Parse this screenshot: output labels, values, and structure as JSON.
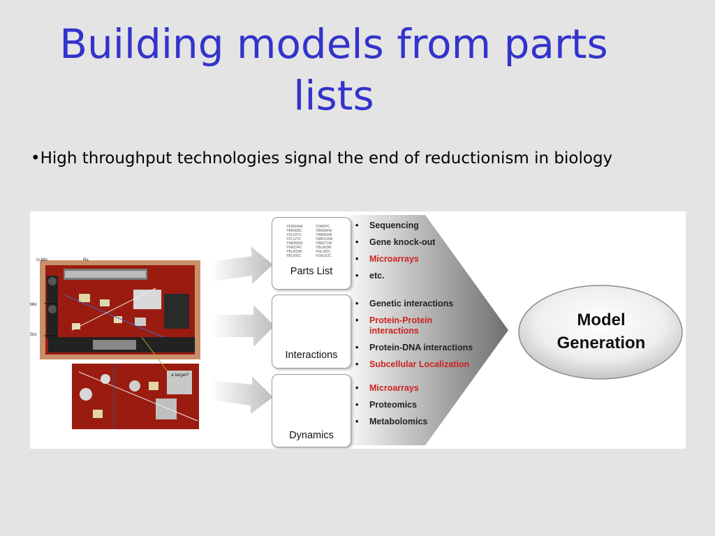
{
  "slide": {
    "title_line1": "Building models from parts",
    "title_line2": "lists",
    "bullet": "•High throughput technologies signal the end of reductionism in biology"
  },
  "figure": {
    "radio_labels": [
      "U.Mic",
      "Mic",
      "Src",
      "Rx",
      "a target?"
    ],
    "parts_list": {
      "label": "Parts List",
      "codes": [
        "YER004W",
        "YDR0PC",
        "YBR008C",
        "YBR084W",
        "YOL037C",
        "YBR054W",
        "YPL127C",
        "YMR216W",
        "YNR006W",
        "YBR071W",
        "YER224C",
        "YBL003W",
        "YBL003W",
        "YNL282C",
        "YBL005C",
        "YGR152C"
      ],
      "bullets": [
        {
          "text": "Sequencing",
          "color": "black"
        },
        {
          "text": "Gene knock-out",
          "color": "black"
        },
        {
          "text": "Microarrays",
          "color": "red"
        },
        {
          "text": "etc.",
          "color": "black"
        }
      ]
    },
    "interactions": {
      "label": "Interactions",
      "bullets": [
        {
          "text": "Genetic interactions",
          "color": "black"
        },
        {
          "text": "Protein-Protein interactions",
          "color": "red"
        },
        {
          "text": "Protein-DNA interactions",
          "color": "black"
        },
        {
          "text": "Subcellular Localization",
          "color": "red"
        }
      ]
    },
    "dynamics": {
      "label": "Dynamics",
      "bullets": [
        {
          "text": "Microarrays",
          "color": "red"
        },
        {
          "text": "Proteomics",
          "color": "black"
        },
        {
          "text": "Metabolomics",
          "color": "black"
        }
      ]
    },
    "model": {
      "line1": "Model",
      "line2": "Generation"
    }
  }
}
